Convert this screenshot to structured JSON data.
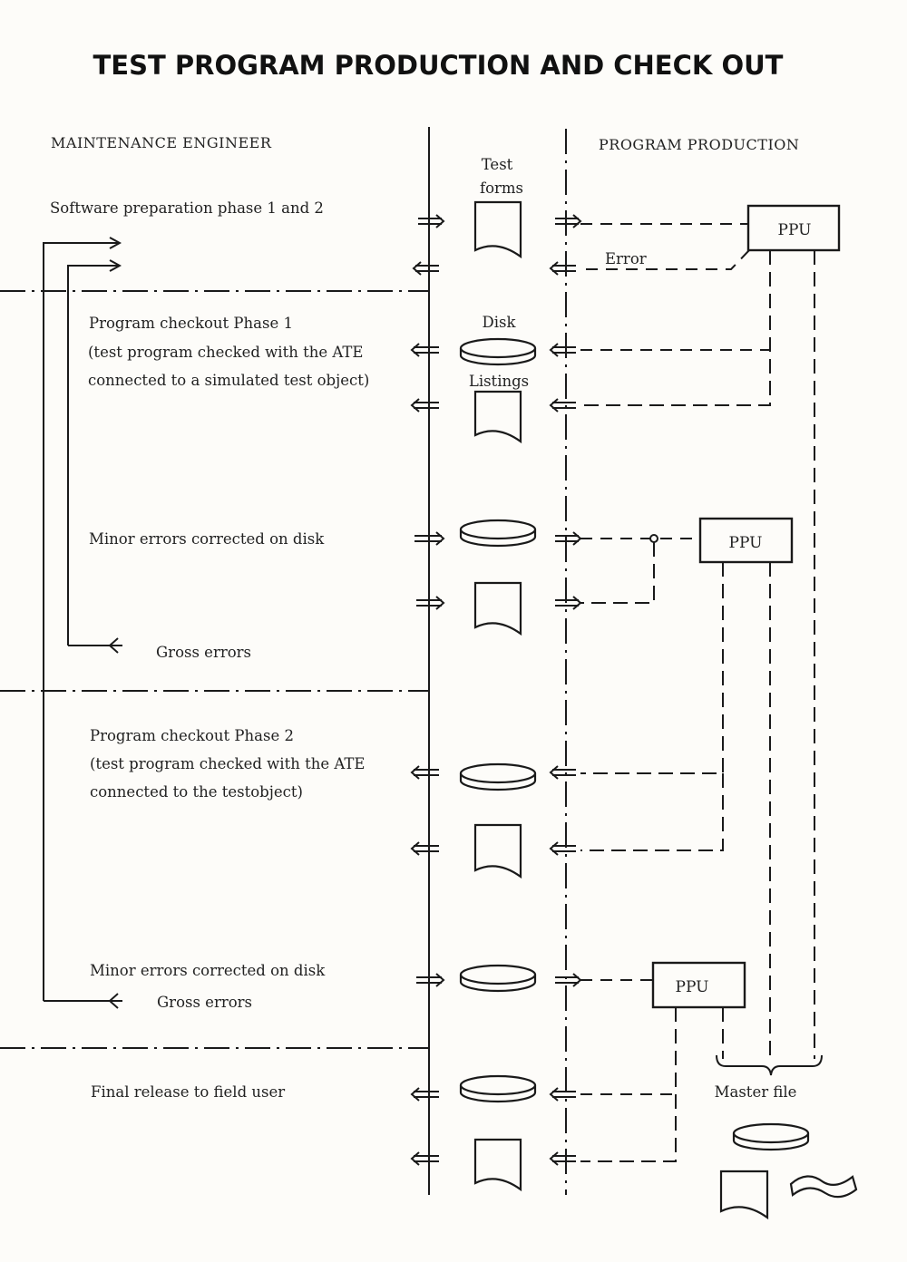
{
  "title": "TEST PROGRAM PRODUCTION AND CHECK OUT",
  "columns": {
    "left": "MAINTENANCE ENGINEER",
    "right": "PROGRAM PRODUCTION"
  },
  "media_labels": {
    "test_forms_1": "Test",
    "test_forms_2": "forms",
    "disk": "Disk",
    "listings": "Listings"
  },
  "steps": {
    "software_prep": "Software preparation phase 1 and 2",
    "checkout1_title": "Program checkout Phase 1",
    "checkout1_line2": "(test program checked with the ATE",
    "checkout1_line3": "connected to a simulated test object)",
    "minor_errors_1": "Minor errors corrected on disk",
    "gross_errors_1": "Gross errors",
    "checkout2_title": "Program checkout Phase 2",
    "checkout2_line2": "(test program checked with the ATE",
    "checkout2_line3": "connected to the testobject)",
    "minor_errors_2": "Minor errors corrected on disk",
    "gross_errors_2": "Gross errors",
    "final_release": "Final release to field user"
  },
  "ppu_label": "PPU",
  "error_label": "Error",
  "master_file_label": "Master file"
}
